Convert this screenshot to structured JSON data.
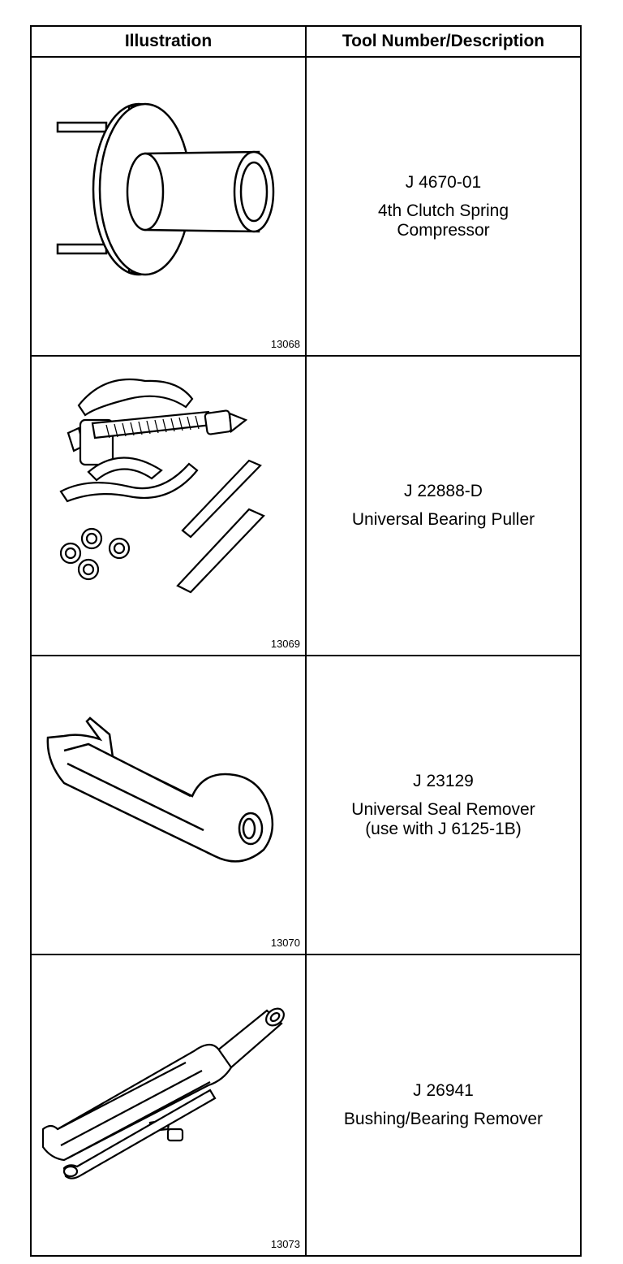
{
  "table": {
    "headers": {
      "illustration": "Illustration",
      "tool": "Tool Number/Description"
    },
    "rows": [
      {
        "figure": "13068",
        "tool_number": "J 4670-01",
        "description": "4th Clutch Spring\nCompressor",
        "icon": "spring-compressor-icon"
      },
      {
        "figure": "13069",
        "tool_number": "J 22888-D",
        "description": "Universal Bearing Puller",
        "icon": "bearing-puller-icon"
      },
      {
        "figure": "13070",
        "tool_number": "J 23129",
        "description": "Universal Seal Remover\n(use with J 6125-1B)",
        "icon": "seal-remover-icon"
      },
      {
        "figure": "13073",
        "tool_number": "J 26941",
        "description": "Bushing/Bearing Remover",
        "icon": "bushing-remover-icon"
      }
    ]
  }
}
